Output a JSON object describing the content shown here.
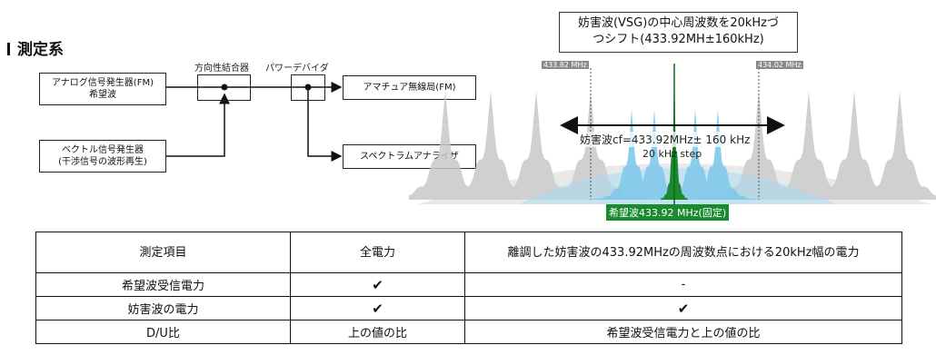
{
  "section": {
    "title": "測定系"
  },
  "diagram": {
    "analog_gen": {
      "line1": "アナログ信号発生器(FM)",
      "line2": "希望波"
    },
    "vector_gen": {
      "line1": "ベクトル信号発生器",
      "line2": "(干渉信号の波形再生)"
    },
    "coupler_label": "方向性結合器",
    "divider_label": "パワーデバイダ",
    "amateur_station": "アマチュア無線局(FM)",
    "spectrum_analyzer": "スペクトラムアナライザ"
  },
  "spectrum": {
    "callout_line1": "妨害波(VSG)の中心周波数を20kHzづ",
    "callout_line2": "つシフト(433.92MH±160kHz)",
    "left_marker": "433.82 MHz",
    "right_marker": "434.02 MHz",
    "interferer_line1": "妨害波cf=433.92MHz± 160 kHz",
    "interferer_line2": "20 kHz step",
    "desired_label": "希望波433.92 MHz(固定)",
    "colors": {
      "gray": "#c8c8c8",
      "blue": "#7ec8ec",
      "green": "#1a8a2e",
      "marker_bg": "#8a8a8a"
    }
  },
  "table": {
    "headers": [
      "測定項目",
      "全電力",
      "離調した妨害波の433.92MHzの周波数点における20kHz幅の電力"
    ],
    "rows": [
      [
        "希望波受信電力",
        "✔",
        "-"
      ],
      [
        "妨害波の電力",
        "✔",
        "✔"
      ],
      [
        "D/U比",
        "上の値の比",
        "希望波受信電力と上の値の比"
      ]
    ]
  }
}
